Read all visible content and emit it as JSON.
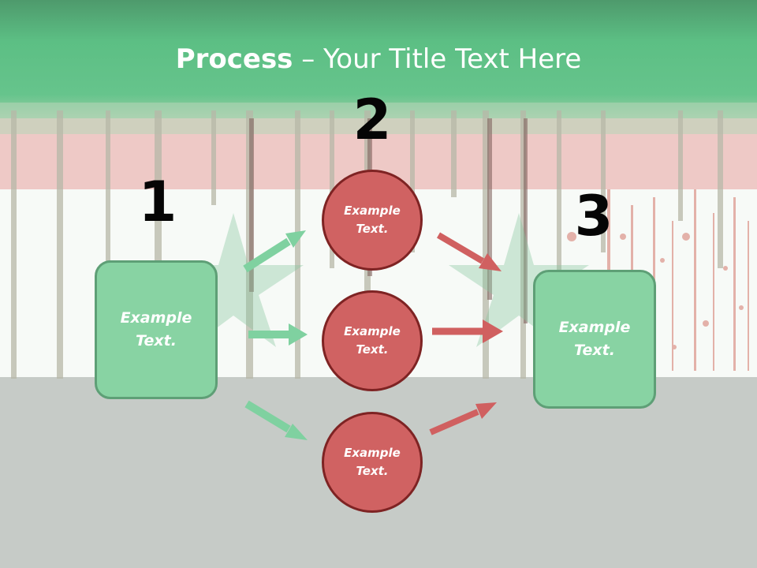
{
  "title": {
    "bold": "Process",
    "rest": " – Your Title Text Here"
  },
  "steps": [
    {
      "number": "1"
    },
    {
      "number": "2"
    },
    {
      "number": "3"
    }
  ],
  "left_box": {
    "line1": "Example",
    "line2": "Text."
  },
  "circles": [
    {
      "line1": "Example",
      "line2": "Text."
    },
    {
      "line1": "Example",
      "line2": "Text."
    },
    {
      "line1": "Example",
      "line2": "Text."
    }
  ],
  "right_box": {
    "line1": "Example",
    "line2": "Text."
  },
  "colors": {
    "header_green": "#5cbf84",
    "box_fill": "#88d3a3",
    "circle_fill": "#d06262",
    "circle_border": "#7e2323",
    "green_arrow": "#7fd1a0",
    "red_arrow": "#d06060",
    "bottom_gray": "#c6cbc7"
  }
}
